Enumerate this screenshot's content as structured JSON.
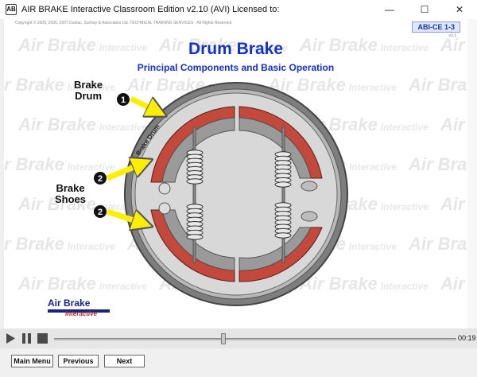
{
  "window": {
    "title": "AIR BRAKE Interactive Classroom Edition v2.10 (AVI)    Licensed to:",
    "app_icon": "AB",
    "minimize": "—",
    "maximize": "☐",
    "close": "✕"
  },
  "slide": {
    "copyright": "Copyright © 2005, 2006, 2007 Dubiac, Suchay & Associates Ltd. TECHNICAL TRAINING SERVICES - All Rights Reserved",
    "badge": "ABI-CE 1-3",
    "version": "v2.1",
    "title": "Drum Brake",
    "subtitle": "Principal Components and Basic Operation",
    "labels": {
      "brake_drum_line1": "Brake",
      "brake_drum_line2": "Drum",
      "brake_shoes_line1": "Brake",
      "brake_shoes_line2": "Shoes",
      "drum_curved": "Brake Drum"
    },
    "callouts": [
      "1",
      "2",
      "2"
    ],
    "watermark": {
      "main": "Air Brake",
      "sub": "Interactive"
    },
    "logo": {
      "line1": "Air Brake",
      "line2": "Interactive"
    }
  },
  "player": {
    "time": "00:19",
    "progress": 0.42
  },
  "nav": {
    "main_menu": "Main Menu",
    "previous": "Previous",
    "next": "Next"
  },
  "colors": {
    "title_blue": "#1432c8",
    "lining_red": "#c2493b",
    "drum_gray": "#8f8f8f",
    "arrow_yellow": "#ffee00"
  }
}
